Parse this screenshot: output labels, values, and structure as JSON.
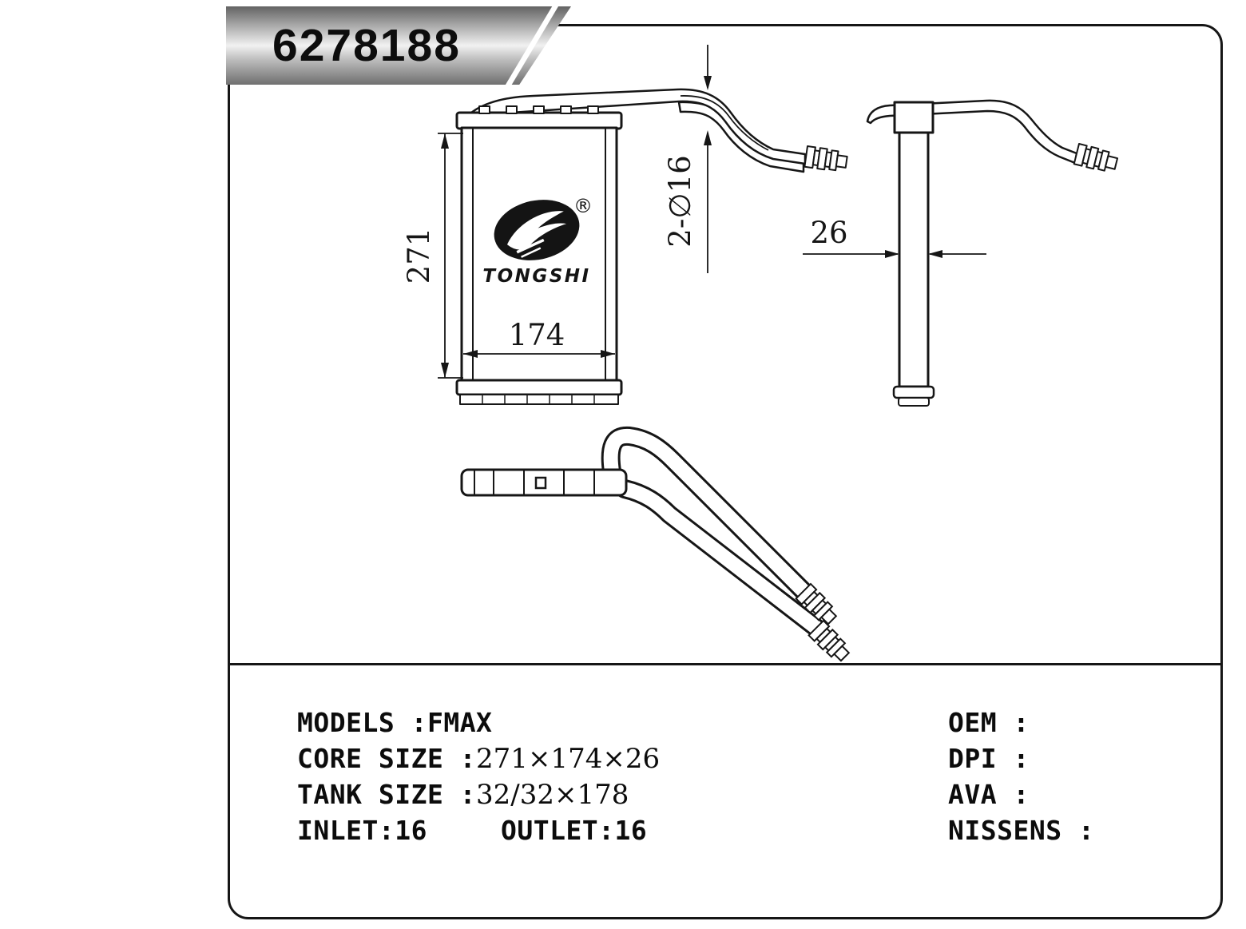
{
  "banner": {
    "part_number": "6278188"
  },
  "drawing": {
    "logo": {
      "brand": "TONGSHI",
      "registered_mark": "®"
    },
    "dims": {
      "height": "271",
      "width": "174",
      "depth": "26",
      "pipe_note": "2-∅16"
    }
  },
  "specs": {
    "left": [
      {
        "label": "MODELS :",
        "value": "FMAX"
      },
      {
        "label": "CORE SIZE :",
        "value": "271×174×26"
      },
      {
        "label": "TANK SIZE :",
        "value": "32/32×178"
      },
      {
        "label": "INLET:",
        "value": "16",
        "label2": "OUTLET:",
        "value2": "16"
      }
    ],
    "right": [
      {
        "label": "OEM :"
      },
      {
        "label": "DPI :"
      },
      {
        "label": "AVA :"
      },
      {
        "label": "NISSENS :"
      }
    ]
  }
}
